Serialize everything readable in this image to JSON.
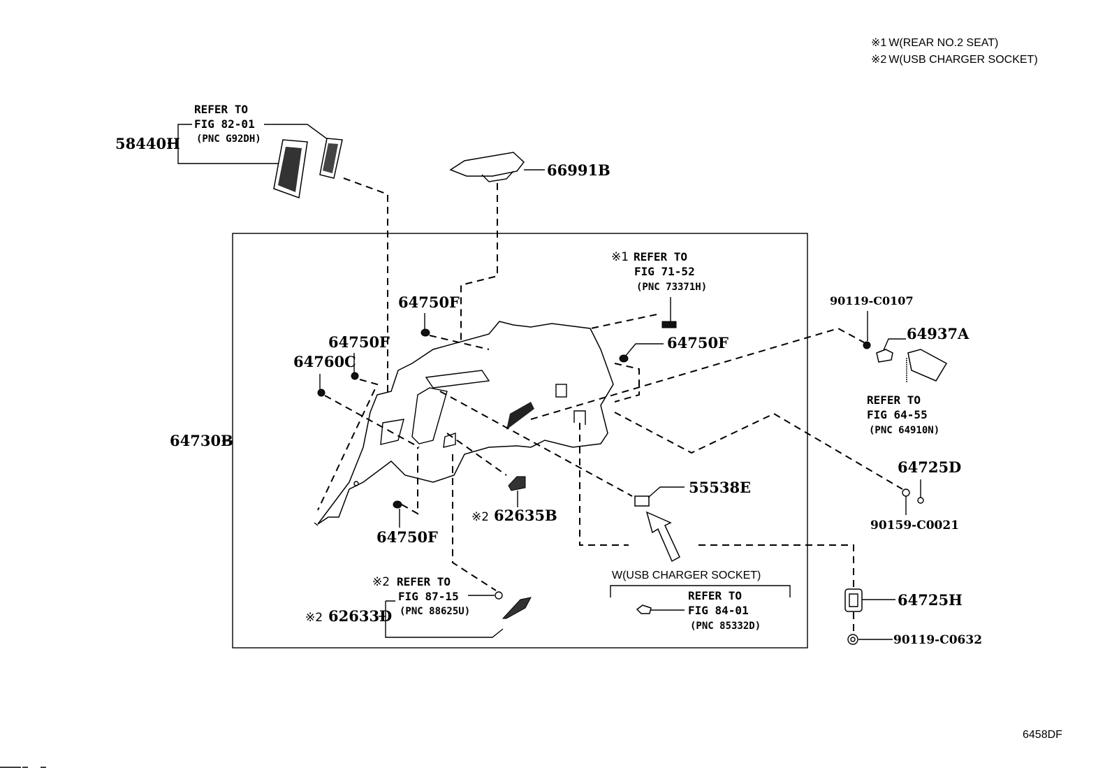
{
  "notes": [
    {
      "mark": "※1",
      "text": "W(REAR NO.2 SEAT)"
    },
    {
      "mark": "※2",
      "text": "W(USB CHARGER SOCKET)"
    }
  ],
  "figure_id": "6458DF",
  "parts": {
    "p58440H": "58440H",
    "p66991B": "66991B",
    "p64750F_a": "64750F",
    "p64750F_b": "64750F",
    "p64750F_c": "64750F",
    "p64750F_d": "64750F",
    "p64760C": "64760C",
    "p64730B": "64730B",
    "p62635B": "62635B",
    "p62633D": "62633D",
    "p55538E": "55538E",
    "p90119C0107": "90119-C0107",
    "p64937A": "64937A",
    "p64725D": "64725D",
    "p90159C0021": "90159-C0021",
    "p64725H": "64725H",
    "p90119C0632": "90119-C0632"
  },
  "marks": {
    "m62635B": "※2",
    "m62633D": "※2",
    "mRef7152": "※1",
    "mRef8715": "※2"
  },
  "references": {
    "r8201": {
      "line1": "REFER TO",
      "line2": "FIG 82-01",
      "line3": "(PNC G92DH)"
    },
    "r7152": {
      "line1": "REFER TO",
      "line2": "FIG 71-52",
      "line3": "(PNC 73371H)"
    },
    "r6455": {
      "line1": "REFER TO",
      "line2": "FIG 64-55",
      "line3": "(PNC 64910N)"
    },
    "r8715": {
      "line1": "REFER TO",
      "line2": "FIG 87-15",
      "line3": "(PNC 88625U)"
    },
    "r8401": {
      "line1": "REFER TO",
      "line2": "FIG 84-01",
      "line3": "(PNC 85332D)"
    }
  },
  "usb_group_label": "W(USB CHARGER SOCKET)"
}
